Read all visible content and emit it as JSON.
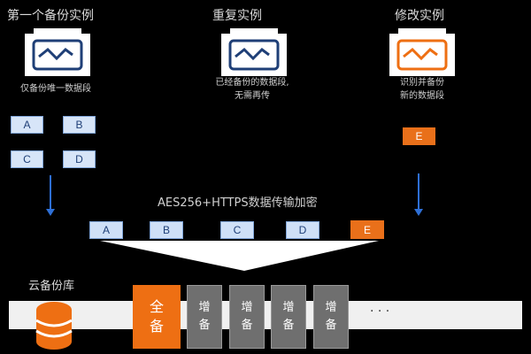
{
  "columns": [
    {
      "title": "第一个备份实例",
      "desc": [
        "仅备份唯一数据段"
      ]
    },
    {
      "title": "重复实例",
      "desc": [
        "已经备份的数据段,",
        "无需再传"
      ]
    },
    {
      "title": "修改实例",
      "desc": [
        "识别并备份",
        "新的数据段"
      ]
    }
  ],
  "instance1_segments": [
    "A",
    "B",
    "C",
    "D"
  ],
  "instance3_segments": [
    "E"
  ],
  "transfer_label": "AES256+HTTPS数据传输加密",
  "transfer_segments": [
    "A",
    "B",
    "C",
    "D",
    "E"
  ],
  "storage_label": "云备份库",
  "full_backup": [
    "全",
    "备"
  ],
  "incremental": [
    "增",
    "备"
  ],
  "ellipsis": "· · ·",
  "colors": {
    "orange": "#ee6f13",
    "navy": "#1f3f77",
    "blue": "#2e6fd6"
  }
}
